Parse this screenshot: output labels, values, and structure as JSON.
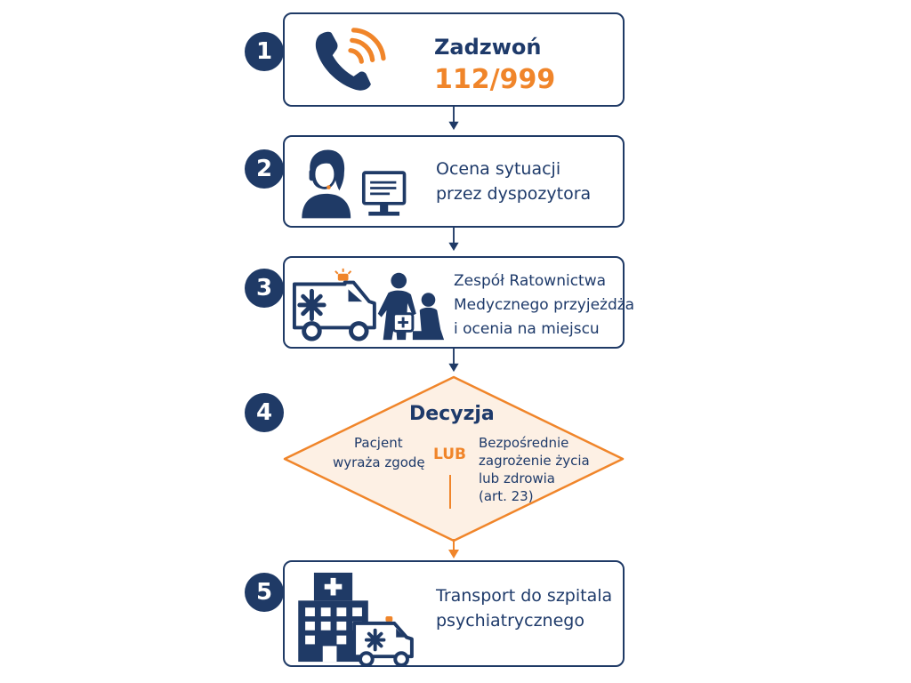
{
  "colors": {
    "navy": "#1f3a66",
    "orange": "#f0852a",
    "diamond_fill": "#fdf0e4"
  },
  "steps": [
    {
      "number": "1",
      "title": "Zadzwoń",
      "highlight": "112/999",
      "icon": "phone-icon"
    },
    {
      "number": "2",
      "line1": "Ocena sytuacji",
      "line2": "przez dyspozytora",
      "icon": "dispatcher-icon"
    },
    {
      "number": "3",
      "line1": "Zespół Ratownictwa",
      "line2": "Medycznego przyjeżdża",
      "line3": "i ocenia na miejscu",
      "icon": "ambulance-team-icon"
    },
    {
      "number": "4",
      "title": "Decyzja",
      "left_line1": "Pacjent",
      "left_line2": "wyraża zgodę",
      "connector": "LUB",
      "right_line1": "Bezpośrednie",
      "right_line2": "zagrożenie życia",
      "right_line3": "lub zdrowia",
      "right_line4": "(art. 23)"
    },
    {
      "number": "5",
      "line1": "Transport do szpitala",
      "line2": "psychiatrycznego",
      "icon": "hospital-icon"
    }
  ]
}
